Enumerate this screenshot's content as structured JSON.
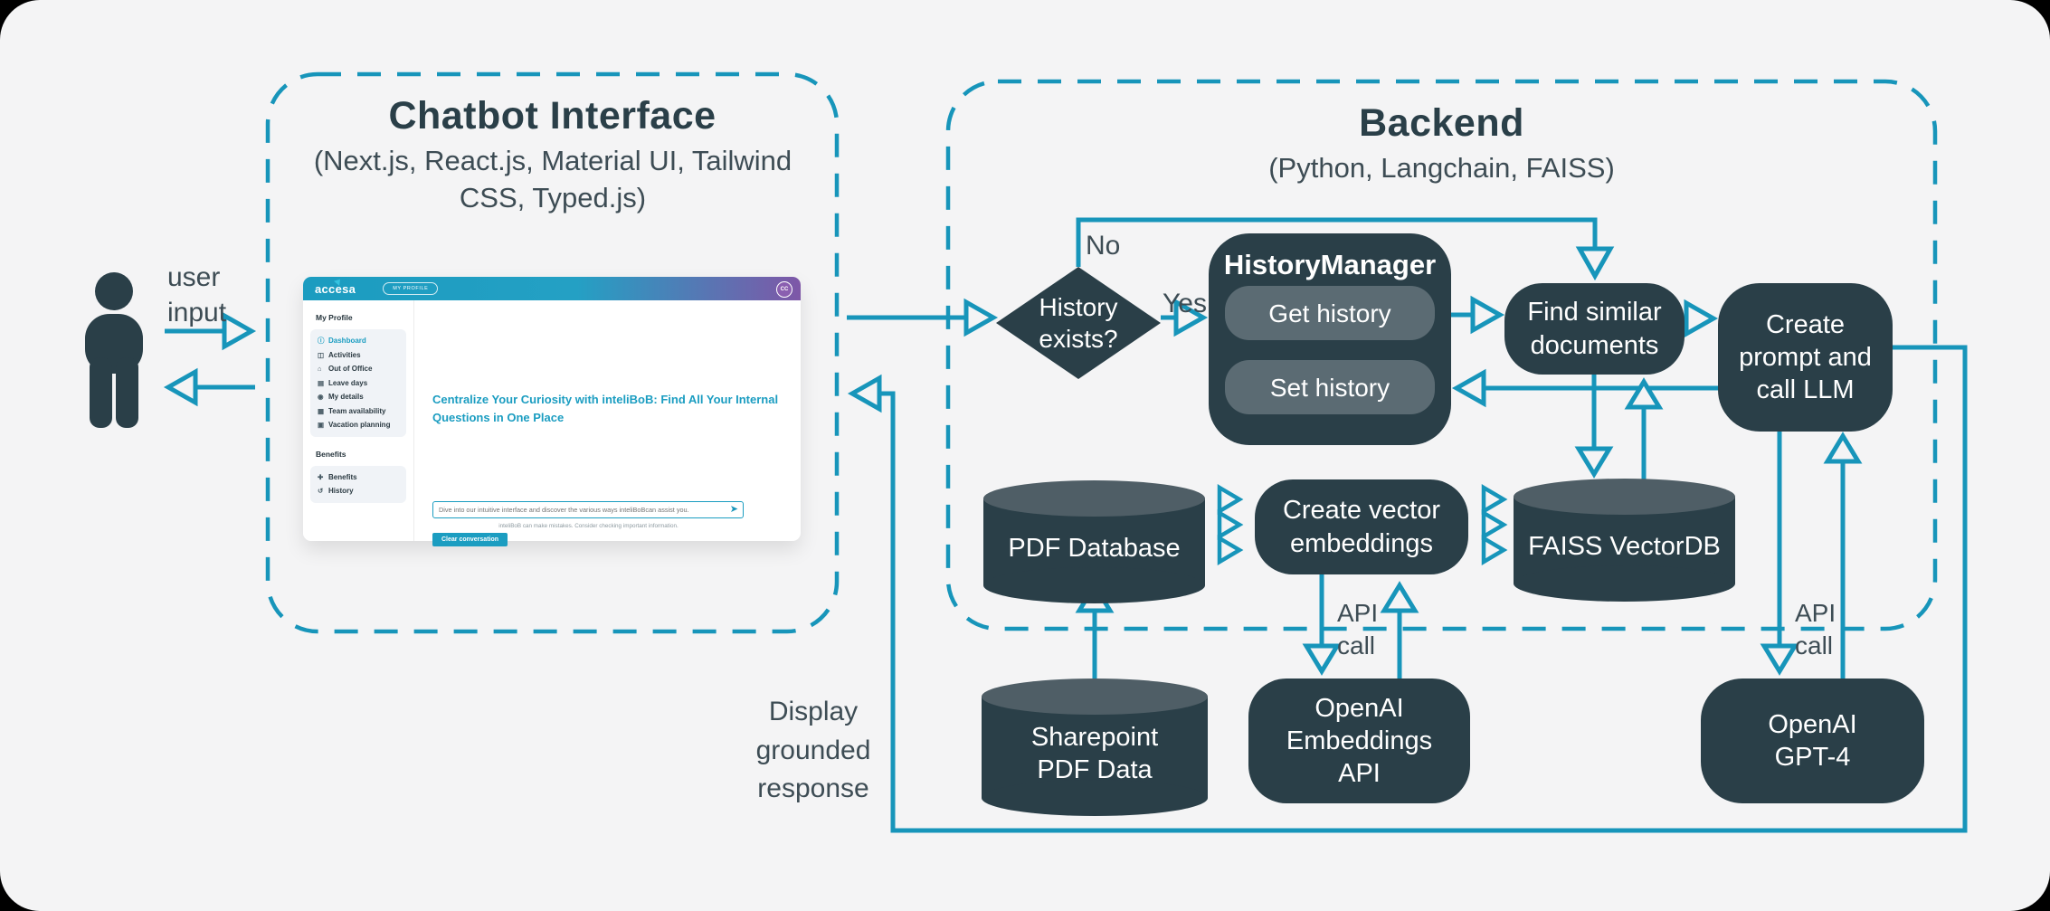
{
  "colors": {
    "accent_teal": "#1795ba",
    "node_dark": "#2a3f48",
    "node_light": "#5b6b73",
    "cylinder_top": "#4f5e66",
    "canvas_bg": "#f4f4f5",
    "app_teal": "#1b9dc1",
    "app_purple": "#7e57a7"
  },
  "chatbot_box": {
    "title": "Chatbot Interface",
    "subtitle": "(Next.js, React.js, Material UI, Tailwind CSS, Typed.js)"
  },
  "backend_box": {
    "title": "Backend",
    "subtitle": "(Python, Langchain, FAISS)"
  },
  "labels": {
    "user_input": "user input",
    "no": "No",
    "yes": "Yes",
    "api_call_embeddings": "API call",
    "api_call_gpt": "API call",
    "display_response": "Display grounded response"
  },
  "nodes": {
    "diamond": "History exists?",
    "history_manager": {
      "title": "HistoryManager",
      "get": "Get history",
      "set": "Set history"
    },
    "find_similar": "Find similar documents",
    "create_prompt": "Create prompt and call LLM",
    "pdf_database": "PDF Database",
    "create_embeddings": "Create vector embeddings",
    "faiss": "FAISS VectorDB",
    "sharepoint": "Sharepoint PDF Data",
    "openai_embeddings": "OpenAI Embeddings API",
    "openai_gpt4": "OpenAI GPT-4"
  },
  "app": {
    "header": {
      "logo": "accesa",
      "profile_button": "MY PROFILE",
      "avatar": "CC"
    },
    "sidebar": {
      "section1": "My Profile",
      "items": [
        {
          "icon": "ⓘ",
          "icon_name": "info-icon",
          "label": "Dashboard"
        },
        {
          "icon": "◫",
          "icon_name": "people-icon",
          "label": "Activities"
        },
        {
          "icon": "⌂",
          "icon_name": "office-icon",
          "label": "Out of Office"
        },
        {
          "icon": "▤",
          "icon_name": "suitcase-icon",
          "label": "Leave days"
        },
        {
          "icon": "◉",
          "icon_name": "person-icon",
          "label": "My details"
        },
        {
          "icon": "▦",
          "icon_name": "table-icon",
          "label": "Team availability"
        },
        {
          "icon": "▣",
          "icon_name": "calendar-icon",
          "label": "Vacation planning"
        }
      ],
      "section2": "Benefits",
      "items2": [
        {
          "icon": "✚",
          "icon_name": "benefits-icon",
          "label": "Benefits"
        },
        {
          "icon": "↺",
          "icon_name": "history-icon",
          "label": "History"
        }
      ]
    },
    "main": {
      "heading": "Centralize Your Curiosity with inteliBoB: Find All Your Internal Questions in One Place",
      "input_placeholder": "Dive into our intuitive interface and discover the various ways inteliBoBcan assist you.",
      "send_icon": "➤",
      "disclaimer": "inteliBoB can make mistakes. Consider checking important information.",
      "clear_button": "Clear conversation"
    }
  }
}
